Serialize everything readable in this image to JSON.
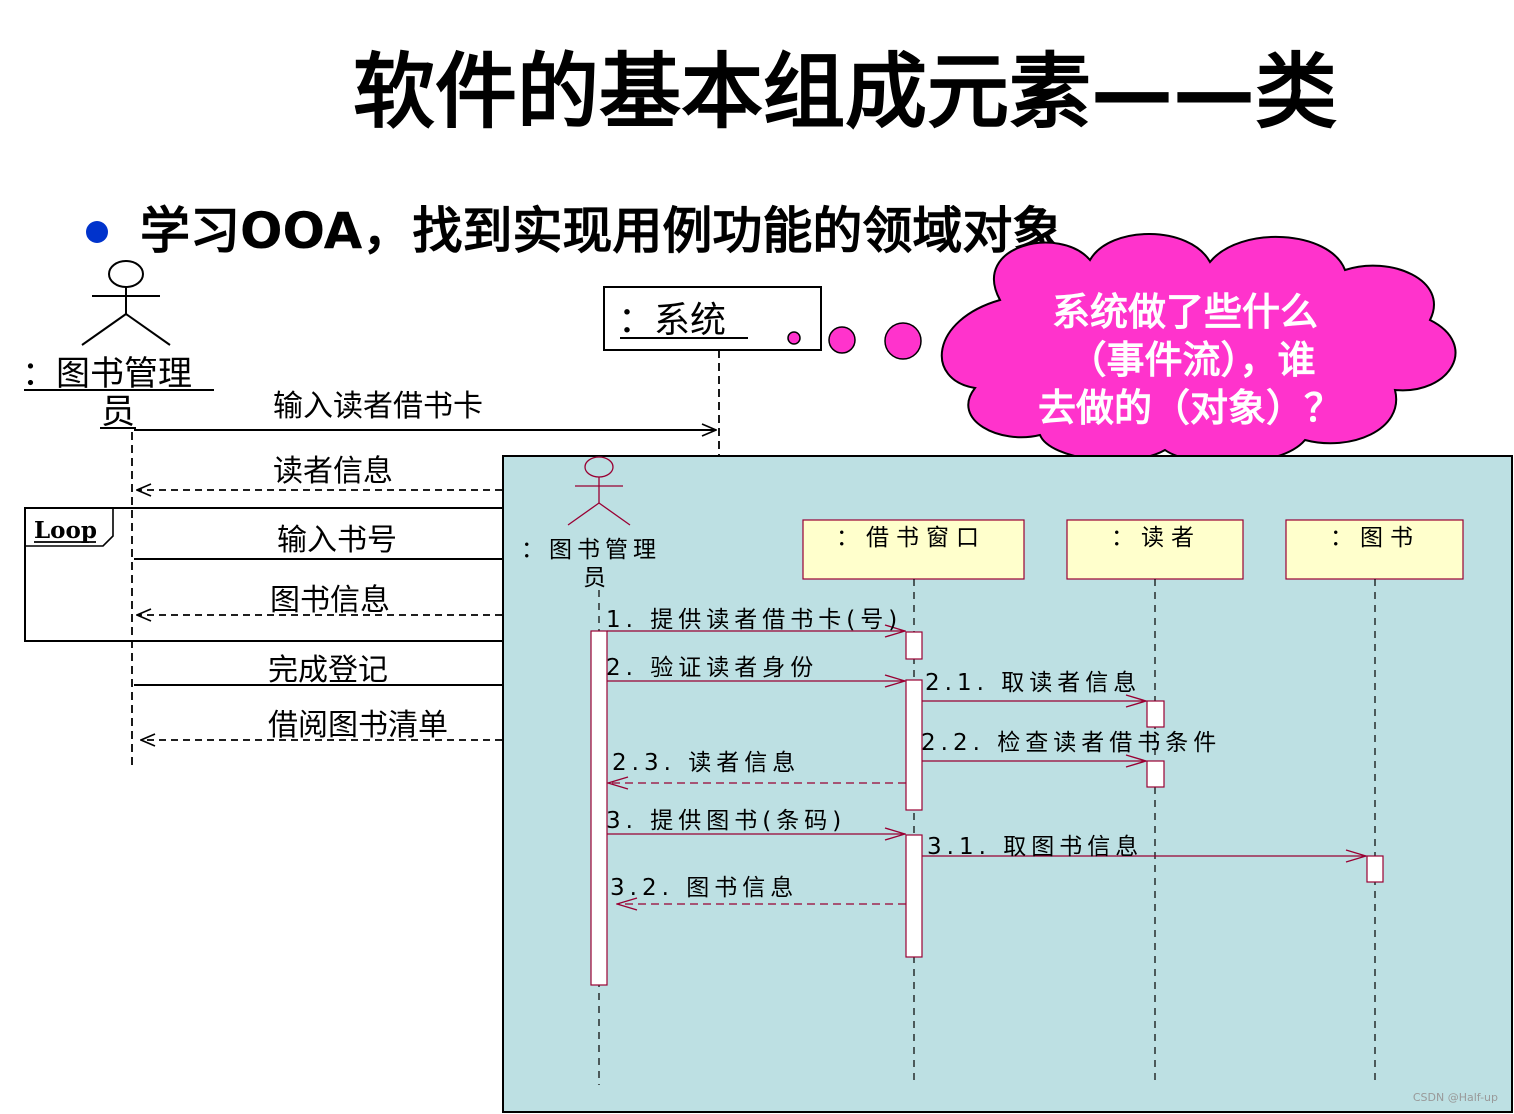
{
  "slide": {
    "title": "软件的基本组成元素——类",
    "bullet": "学习OOA，找到实现用例功能的领域对象",
    "watermark": "CSDN @Half-up"
  },
  "bubble": {
    "line1": "系统做了些什么",
    "line2": "（事件流），谁",
    "line3": "去做的（对象）？",
    "fill": "#ff33cc"
  },
  "sys_diagram": {
    "actor_line1": "：图书管理",
    "actor_line2": "员",
    "system_object": "：系统",
    "loop_label": "Loop",
    "messages": {
      "m1": "输入读者借书卡",
      "m2": "读者信息",
      "m3": "输入书号",
      "m4": "图书信息",
      "m5": "完成登记",
      "m6": "借阅图书清单"
    }
  },
  "detail_diagram": {
    "background": "#bde0e3",
    "actor_line1": "：图书管理",
    "actor_line2": "员",
    "objects": {
      "window": "：借书窗口",
      "reader": "：读者",
      "book": "：图书"
    },
    "messages": {
      "m1": "1. 提供读者借书卡(号)",
      "m2": "2. 验证读者身份",
      "m21": "2.1. 取读者信息",
      "m22": "2.2. 检查读者借书条件",
      "m23": "2.3. 读者信息",
      "m3": "3. 提供图书(条码)",
      "m31": "3.1. 取图书信息",
      "m32": "3.2. 图书信息"
    },
    "message_color": "#990033"
  }
}
